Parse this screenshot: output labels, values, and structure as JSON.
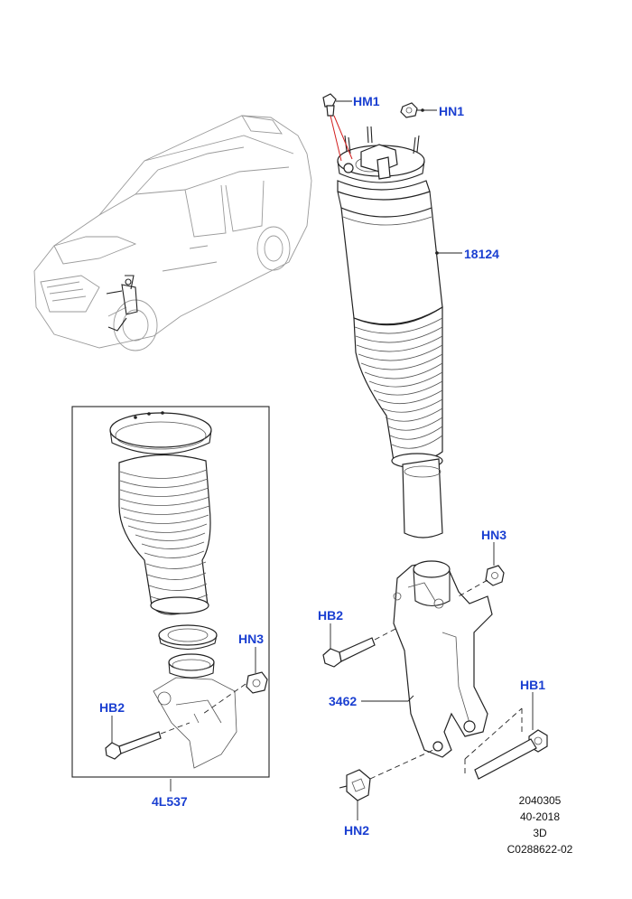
{
  "callouts": {
    "hm1": "HM1",
    "hn1": "HN1",
    "strut": "18124",
    "hn3_right": "HN3",
    "hb2_right": "HB2",
    "knuckle": "3462",
    "hb1": "HB1",
    "hn2": "HN2",
    "hn3_inset": "HN3",
    "hb2_inset": "HB2",
    "kit": "4L537"
  },
  "footer": {
    "line1": "2040305",
    "line2": "40-2018",
    "line3": "3D",
    "line4": "C0288622-02"
  },
  "colors": {
    "callout": "#1a3fd1",
    "linework": "#222222",
    "vehicle": "#9a9a9a",
    "highlight": "#d21f1f"
  }
}
